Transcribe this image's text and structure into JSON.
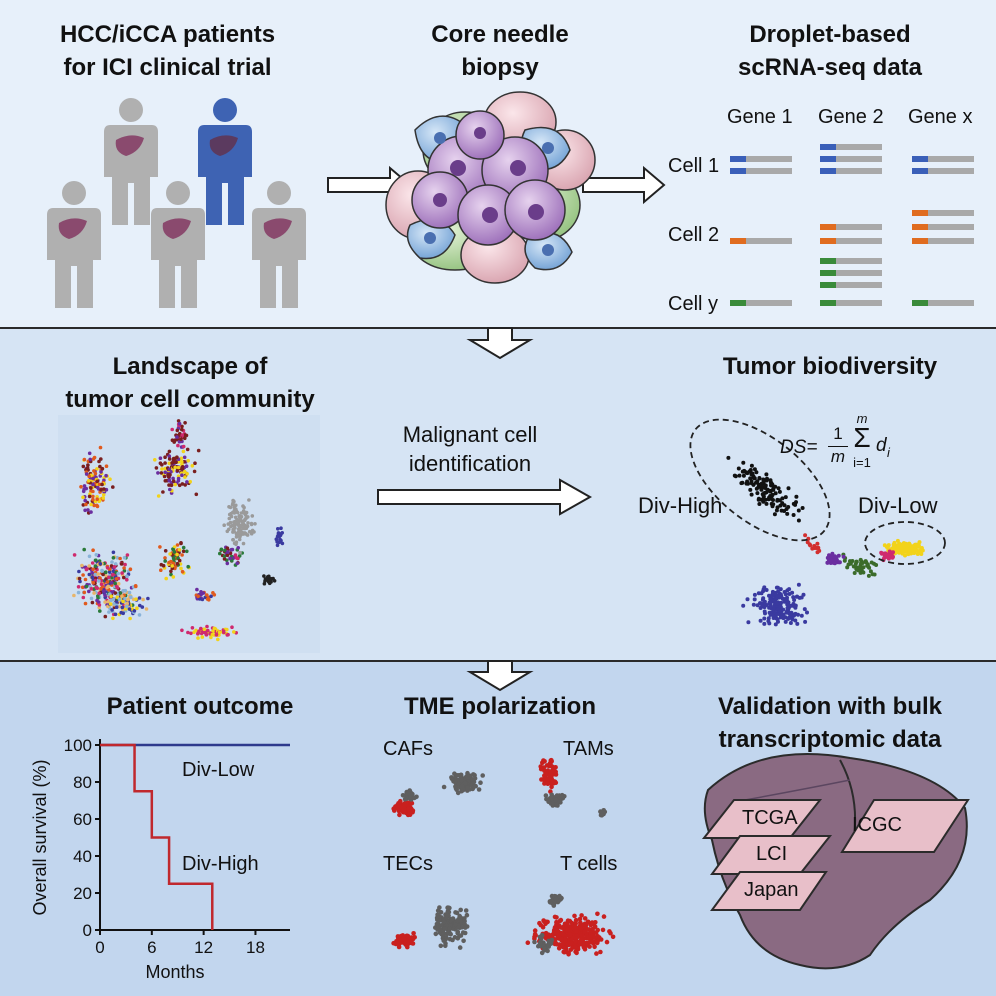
{
  "panel1": {
    "patients_title_line1": "HCC/iCCA patients",
    "patients_title_line2": "for ICI clinical trial",
    "biopsy_title_line1": "Core needle",
    "biopsy_title_line2": "biopsy",
    "scrna_title_line1": "Droplet-based",
    "scrna_title_line2": "scRNA-seq data",
    "genes": [
      "Gene 1",
      "Gene 2",
      "Gene x"
    ],
    "cells": [
      "Cell 1",
      "Cell 2",
      "Cell y"
    ]
  },
  "panel2": {
    "landscape_title_line1": "Landscape of",
    "landscape_title_line2": "tumor cell community",
    "identification_line1": "Malignant cell",
    "identification_line2": "identification",
    "biodiversity_title": "Tumor biodiversity",
    "formula_lhs": "DS=",
    "formula_numerator": "1",
    "formula_denominator": "m",
    "formula_sum_top": "m",
    "formula_sum_bottom": "i=1",
    "formula_term": "d",
    "formula_subscript": "i",
    "div_high": "Div-High",
    "div_low": "Div-Low"
  },
  "panel3": {
    "outcome_title": "Patient outcome",
    "tme_title": "TME polarization",
    "validation_title_line1": "Validation with bulk",
    "validation_title_line2": "transcriptomic data",
    "tme_labels": [
      "CAFs",
      "TAMs",
      "TECs",
      "T cells"
    ],
    "datasets": [
      "TCGA",
      "ICGC",
      "LCI",
      "Japan"
    ]
  },
  "colors": {
    "band_top": "#e7f0fa",
    "band_mid": "#d6e4f4",
    "band_bottom": "#c2d6ee",
    "highlight_patient": "#3e63b3",
    "gene_blue": "#3a5fb8",
    "gene_orange": "#e06c1f",
    "gene_green": "#3a8b3a",
    "survival_low": "#2e3a8c",
    "survival_high": "#c0282d",
    "tme_red": "#c9201f",
    "tme_gray": "#5f5f5f",
    "liver": "#8a6a82",
    "dataset_fill": "#e8bfc9"
  },
  "chart_data": {
    "type": "line",
    "xlabel": "Months",
    "ylabel": "Overall survival (%)",
    "x_ticks": [
      0,
      6,
      12,
      18
    ],
    "y_ticks": [
      0,
      20,
      40,
      60,
      80,
      100
    ],
    "xlim": [
      0,
      22
    ],
    "ylim": [
      0,
      100
    ],
    "series": [
      {
        "name": "Div-Low",
        "step": true,
        "x": [
          0,
          22
        ],
        "y": [
          100,
          100
        ]
      },
      {
        "name": "Div-High",
        "step": true,
        "x": [
          0,
          4,
          6,
          8,
          13
        ],
        "y": [
          100,
          75,
          50,
          25,
          0
        ]
      }
    ]
  }
}
